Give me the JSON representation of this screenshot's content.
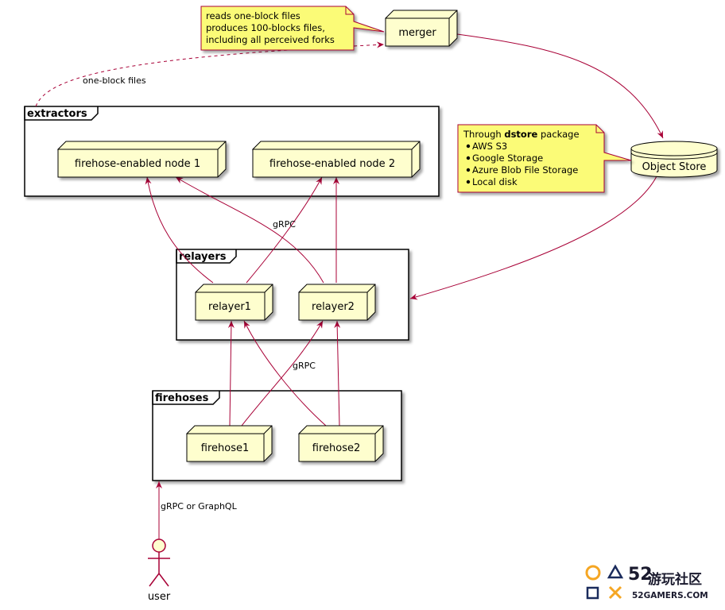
{
  "colors": {
    "node_fill": "#FEFECE",
    "node_stroke": "#000000",
    "edge": "#A80036",
    "note_fill": "#FBFB77",
    "note_stroke": "#A80036",
    "frame_stroke": "#000000"
  },
  "nodes": {
    "merger": "merger",
    "object_store": "Object Store",
    "fh_node_1": "firehose-enabled node 1",
    "fh_node_2": "firehose-enabled node 2",
    "relayer1": "relayer1",
    "relayer2": "relayer2",
    "firehose1": "firehose1",
    "firehose2": "firehose2",
    "user": "user"
  },
  "frames": {
    "extractors": "extractors",
    "relayers": "relayers",
    "firehoses": "firehoses"
  },
  "edge_labels": {
    "one_block_files": "one-block files",
    "grpc_extractors": "gRPC",
    "grpc_relayers": "gRPC",
    "grpc_or_graphql": "gRPC or GraphQL"
  },
  "notes": {
    "merger_note": {
      "lines": [
        "reads one-block files",
        "produces 100-blocks files,",
        "including all perceived forks"
      ]
    },
    "dstore_note": {
      "prefix": "Through ",
      "bold": "dstore",
      "suffix": " package",
      "items": [
        "AWS S3",
        "Google Storage",
        "Azure Blob File Storage",
        "Local disk"
      ]
    }
  },
  "watermark": {
    "number": "52",
    "cn": "游玩社区",
    "domain": "52GAMERS.COM",
    "colors": {
      "orange": "#F5A623",
      "navy": "#1A2B5C"
    }
  }
}
